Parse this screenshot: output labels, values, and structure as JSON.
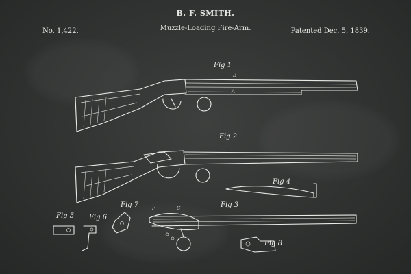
{
  "header": {
    "inventor": "B. F. SMITH.",
    "title": "Muzzle-Loading Fire-Arm.",
    "patent_number": "No. 1,422.",
    "patent_date": "Patented Dec. 5, 1839."
  },
  "figures": {
    "fig1": "Fig 1",
    "fig2": "Fig 2",
    "fig3": "Fig 3",
    "fig4": "Fig 4",
    "fig5": "Fig 5",
    "fig6": "Fig 6",
    "fig7": "Fig 7",
    "fig8": "Fig 8"
  },
  "letters": {
    "b": "B",
    "a": "A",
    "f": "F",
    "c": "C"
  },
  "colors": {
    "chalkboard": "#333534",
    "chalk": "#e8e8e4"
  }
}
